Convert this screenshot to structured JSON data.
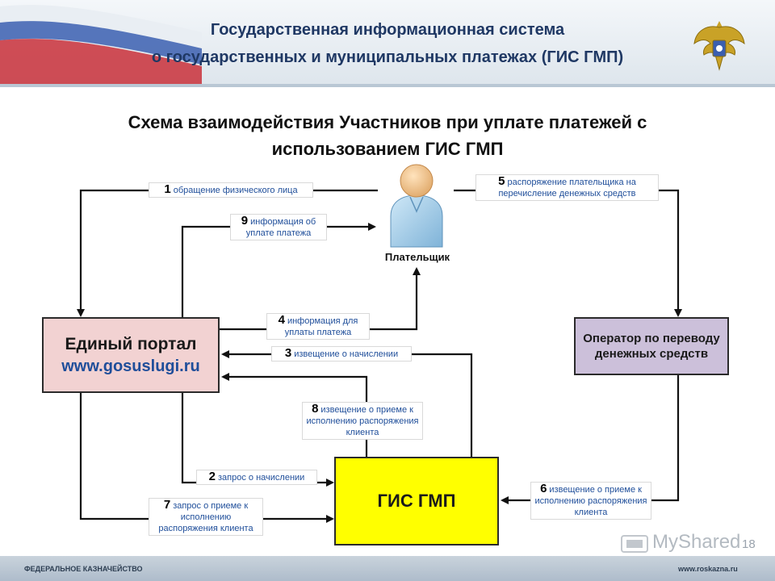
{
  "header": {
    "title_line1": "Государственная информационная система",
    "title_line2": "о государственных и муниципальных платежах (ГИС ГМП)"
  },
  "subtitle": {
    "line1": "Схема взаимодействия Участников при уплате платежей с",
    "line2": "использованием ГИС ГМП"
  },
  "nodes": {
    "payer": "Плательщик",
    "portal_name": "Единый портал",
    "portal_url": "www.gosuslugi.ru",
    "operator": "Оператор по переводу денежных средств",
    "gis": "ГИС ГМП"
  },
  "flows": [
    {
      "num": "1",
      "text": "обращение физического лица"
    },
    {
      "num": "2",
      "text": "запрос о начислении"
    },
    {
      "num": "3",
      "text": "извещение о начислении"
    },
    {
      "num": "4",
      "text": "информация для уплаты платежа"
    },
    {
      "num": "5",
      "text": "распоряжение плательщика на перечисление денежных средств"
    },
    {
      "num": "6",
      "text": "извещение о приеме к исполнению распоряжения клиента"
    },
    {
      "num": "7",
      "text": "запрос о приеме к исполнению распоряжения клиента"
    },
    {
      "num": "8",
      "text": "извещение о приеме к исполнению распоряжения клиента"
    },
    {
      "num": "9",
      "text": "информация об уплате платежа"
    }
  ],
  "footer": {
    "left": "ФЕДЕРАЛЬНОЕ КАЗНАЧЕЙСТВО",
    "right": "www.roskazna.ru",
    "watermark": "MyShared",
    "page_number": "18"
  }
}
